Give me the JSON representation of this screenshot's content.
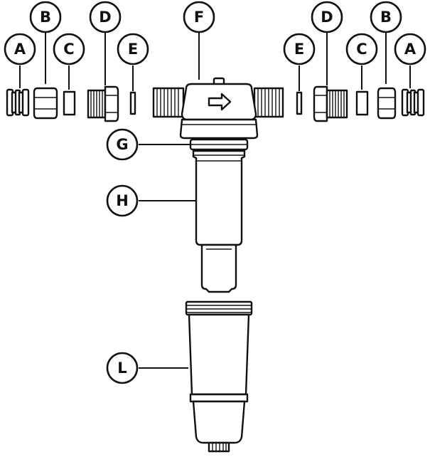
{
  "labels": {
    "left_a": "A",
    "left_b": "B",
    "left_c": "C",
    "left_d": "D",
    "left_e": "E",
    "top_f": "F",
    "right_e": "E",
    "right_d": "D",
    "right_c": "C",
    "right_b": "B",
    "right_a": "A",
    "side_g": "G",
    "side_h": "H",
    "side_l": "L"
  },
  "icons": {
    "flow_arrow": "right-arrow-icon"
  },
  "colors": {
    "stroke": "#111111",
    "fill": "#ffffff"
  }
}
